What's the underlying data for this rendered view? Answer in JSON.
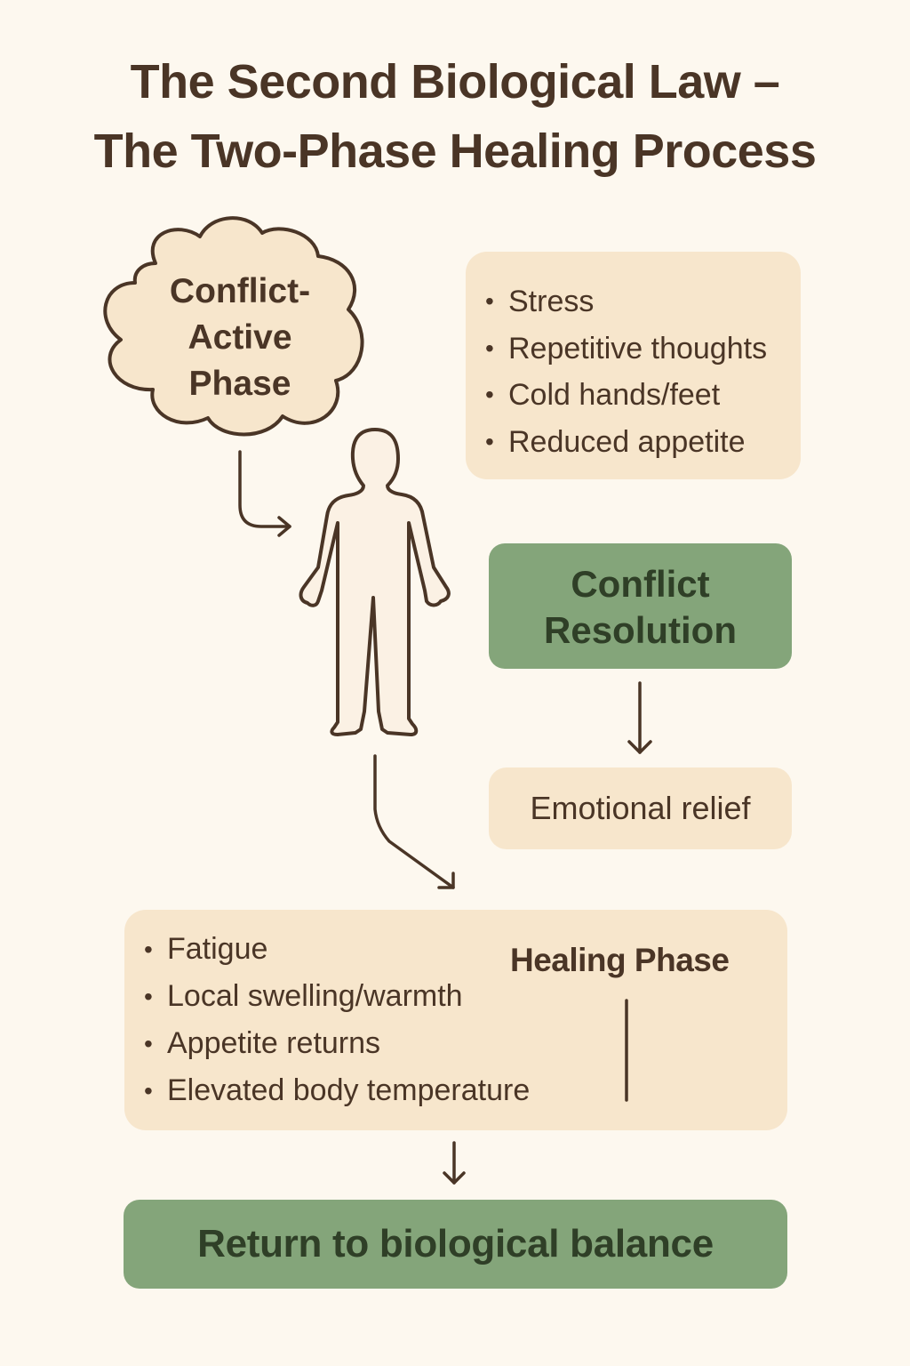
{
  "title": {
    "line1": "The Second Biological Law –",
    "line2": "The Two-Phase Healing Process"
  },
  "colors": {
    "background": "#fdf8ef",
    "box_fill": "#f7e6cc",
    "green_fill": "#84a57a",
    "text_dark": "#4a3526",
    "green_text": "#2f3f27"
  },
  "conflict_active": {
    "line1": "Conflict-",
    "line2": "Active",
    "line3": "Phase",
    "icon": "cloud-icon"
  },
  "active_symptoms": [
    "Stress",
    "Repetitive thoughts",
    "Cold hands/feet",
    "Reduced appetite"
  ],
  "figure": {
    "icon": "human-figure-icon"
  },
  "conflict_resolution": {
    "line1": "Conflict",
    "line2": "Resolution"
  },
  "emotional_relief": "Emotional relief",
  "healing_phase": {
    "label": "Healing Phase",
    "symptoms": [
      "Fatigue",
      "Local swelling/warmth",
      "Appetite returns",
      "Elevated body temperature"
    ]
  },
  "outcome": "Return to biological balance"
}
